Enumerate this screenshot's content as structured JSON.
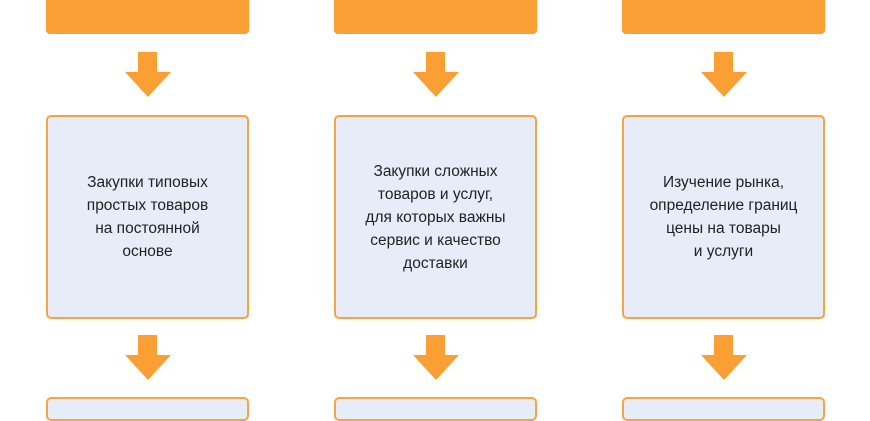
{
  "accent_color": "#f99f33",
  "box_fill": "#e6ecf8",
  "columns": [
    {
      "text": "Закупки типовых\nпростых товаров\nна постоянной\nоснове"
    },
    {
      "text": "Закупки сложных\nтоваров и услуг,\nдля которых важны\nсервис и качество\nдоставки"
    },
    {
      "text": "Изучение рынка,\nопределение границ\nцены на товары\nи услуги"
    }
  ]
}
